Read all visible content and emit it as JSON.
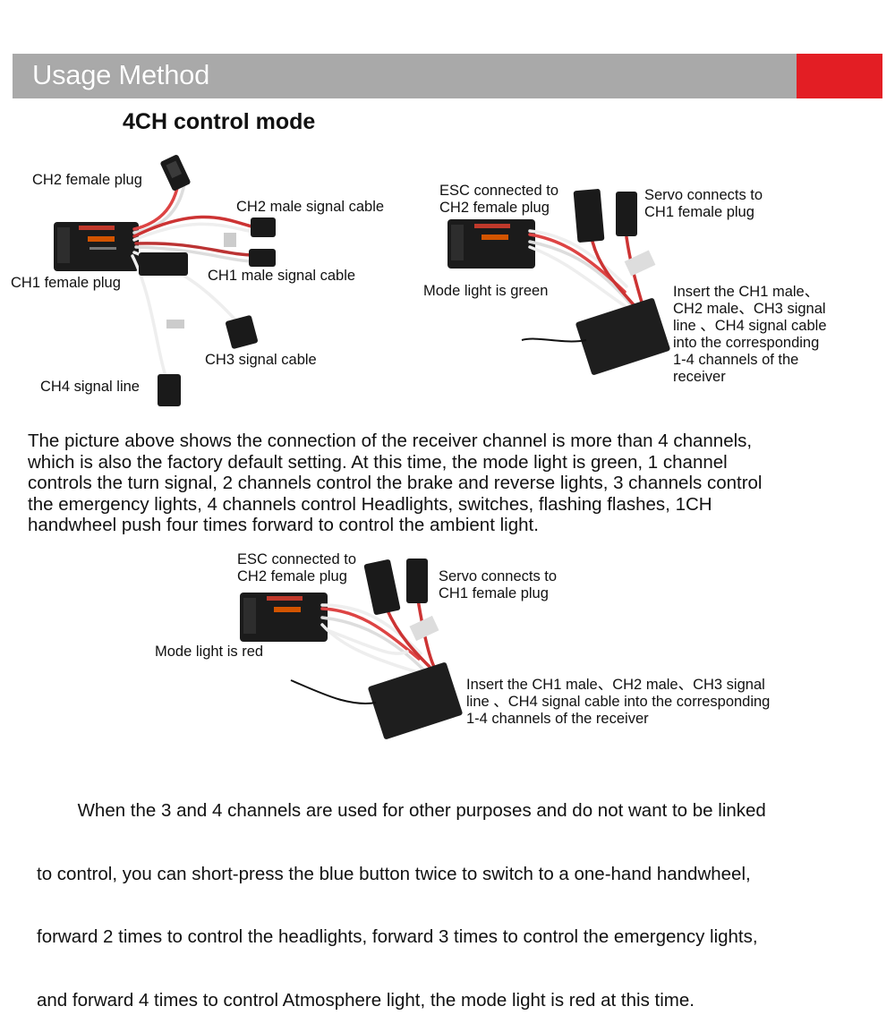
{
  "header": {
    "title": "Usage Method",
    "accent_color": "#e31e24"
  },
  "section_title": "4CH control mode",
  "diagram1": {
    "labels": {
      "ch2_female": "CH2 female plug",
      "ch2_male": "CH2 male signal cable",
      "ch1_male": "CH1 male signal cable",
      "ch1_female": "CH1 female plug",
      "ch3": "CH3 signal cable",
      "ch4": "CH4 signal line"
    }
  },
  "diagram2": {
    "esc_line1": "ESC connected to",
    "esc_line2": "CH2 female plug",
    "servo_line1": "Servo connects to",
    "servo_line2": "CH1 female plug",
    "mode_light": "Mode light is green",
    "insert_lines": [
      "Insert the CH1 male、",
      "CH2 male、CH3 signal",
      "line 、CH4 signal cable",
      "into the corresponding",
      "1-4 channels of the",
      "receiver"
    ]
  },
  "paragraph1_lines": [
    "The picture above shows the connection of the receiver channel is more than 4 channels,",
    "which is also the factory default setting. At this time, the mode light is green, 1 channel",
    "controls the turn signal, 2 channels control the brake and reverse lights, 3 channels control",
    "the emergency lights, 4 channels control Headlights, switches, flashing flashes, 1CH",
    "handwheel push four times forward to control the ambient light."
  ],
  "diagram3": {
    "esc_line1": "ESC connected to",
    "esc_line2": "CH2 female plug",
    "servo_line1": "Servo connects to",
    "servo_line2": "CH1 female plug",
    "mode_light": "Mode light is red",
    "insert_lines": [
      "Insert the CH1 male、CH2 male、CH3 signal",
      "line 、CH4 signal cable into the corresponding",
      "1-4 channels of the receiver"
    ]
  },
  "paragraph2_lines": [
    "        When the 3 and 4 channels are used for other purposes and do not want to be linked",
    "to control, you can short-press the blue button twice to switch to a one-hand handwheel,",
    "forward 2 times to control the headlights, forward 3 times to control the emergency lights,",
    "and forward 4 times to control Atmosphere light, the mode light is red at this time."
  ]
}
